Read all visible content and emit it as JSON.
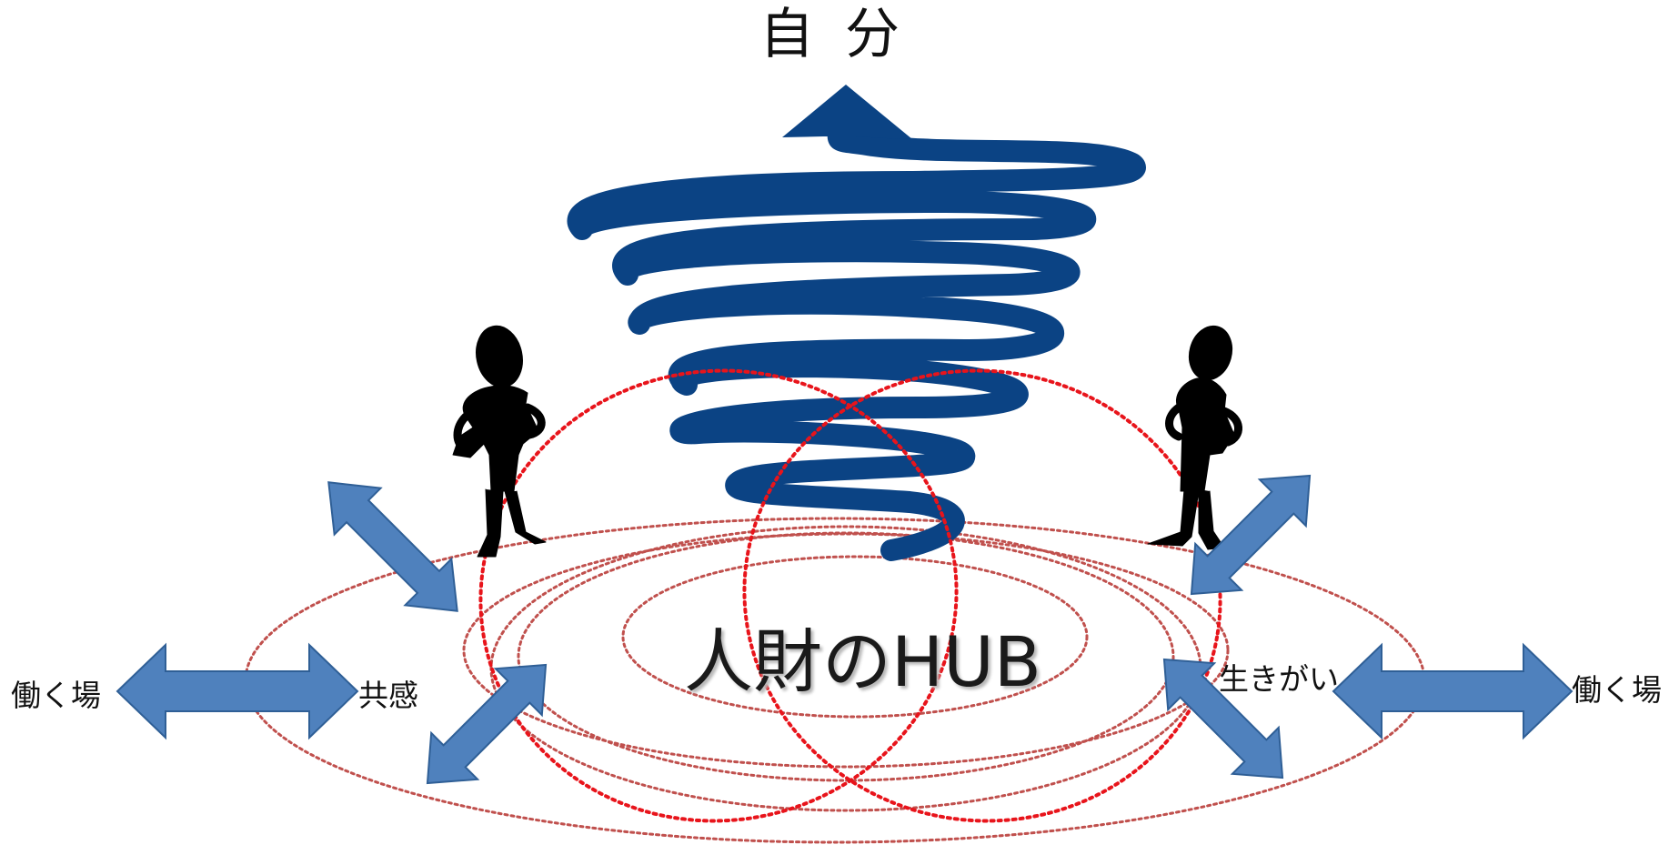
{
  "diagram": {
    "title": "自分",
    "center_label": "人財のHUB",
    "left": {
      "outer_label": "働く場",
      "inner_label": "共感"
    },
    "right": {
      "inner_label": "生きがい",
      "outer_label": "働く場"
    }
  },
  "colors": {
    "spiral": "#0b4384",
    "arrow_fill": "#4f81bd",
    "arrow_stroke": "#2f5f96",
    "dotted_circle": "#e8141b",
    "dotted_ellipse": "#c0504d",
    "figure": "#000000"
  },
  "icons": [
    "spiral-arrow-icon",
    "person-silhouette-icon",
    "double-arrow-icon"
  ]
}
